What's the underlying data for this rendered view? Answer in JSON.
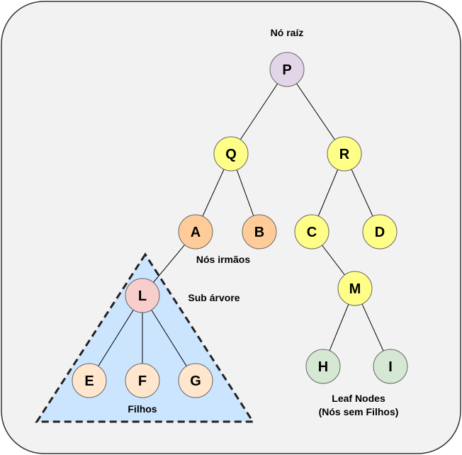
{
  "colors": {
    "background": "#f2f2f2",
    "subtree_fill": "#cce5ff",
    "purple": "#e1d5e7",
    "yellow": "#ffff88",
    "orange": "#ffcc99",
    "pink": "#f8cecc",
    "cream": "#ffe6cc",
    "green": "#d5e8d4"
  },
  "labels": {
    "root": "Nó raíz",
    "siblings": "Nós irmãos",
    "subtree": "Sub árvore",
    "children": "Filhos",
    "leaf_line1": "Leaf Nodes",
    "leaf_line2": "(Nós sem Filhos)"
  },
  "nodes": {
    "P": {
      "label": "P",
      "color": "purple"
    },
    "Q": {
      "label": "Q",
      "color": "yellow"
    },
    "R": {
      "label": "R",
      "color": "yellow"
    },
    "A": {
      "label": "A",
      "color": "orange"
    },
    "B": {
      "label": "B",
      "color": "orange"
    },
    "C": {
      "label": "C",
      "color": "yellow"
    },
    "D": {
      "label": "D",
      "color": "yellow"
    },
    "L": {
      "label": "L",
      "color": "pink"
    },
    "M": {
      "label": "M",
      "color": "yellow"
    },
    "E": {
      "label": "E",
      "color": "cream"
    },
    "F": {
      "label": "F",
      "color": "cream"
    },
    "G": {
      "label": "G",
      "color": "cream"
    },
    "H": {
      "label": "H",
      "color": "green"
    },
    "I": {
      "label": "I",
      "color": "green"
    }
  },
  "edges": [
    [
      "P",
      "Q"
    ],
    [
      "P",
      "R"
    ],
    [
      "Q",
      "A"
    ],
    [
      "Q",
      "B"
    ],
    [
      "R",
      "C"
    ],
    [
      "R",
      "D"
    ],
    [
      "A",
      "L"
    ],
    [
      "C",
      "M"
    ],
    [
      "L",
      "E"
    ],
    [
      "L",
      "F"
    ],
    [
      "L",
      "G"
    ],
    [
      "M",
      "H"
    ],
    [
      "M",
      "I"
    ]
  ]
}
